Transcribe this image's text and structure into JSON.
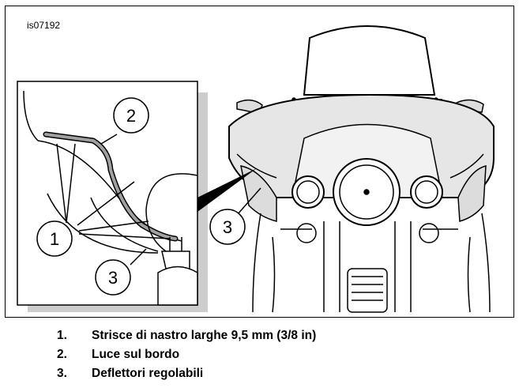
{
  "figure": {
    "id": "is07192",
    "callouts": [
      "1",
      "2",
      "3",
      "3"
    ]
  },
  "legend": [
    {
      "num": "1.",
      "text": "Strisce di nastro larghe 9,5 mm (3/8 in)"
    },
    {
      "num": "2.",
      "text": "Luce sul bordo"
    },
    {
      "num": "3.",
      "text": "Deflettori regolabili"
    }
  ],
  "colors": {
    "line": "#000000",
    "shadow": "#c8c8c8",
    "tape": "#a0a0a0",
    "fairing": "#d9d9d9"
  }
}
